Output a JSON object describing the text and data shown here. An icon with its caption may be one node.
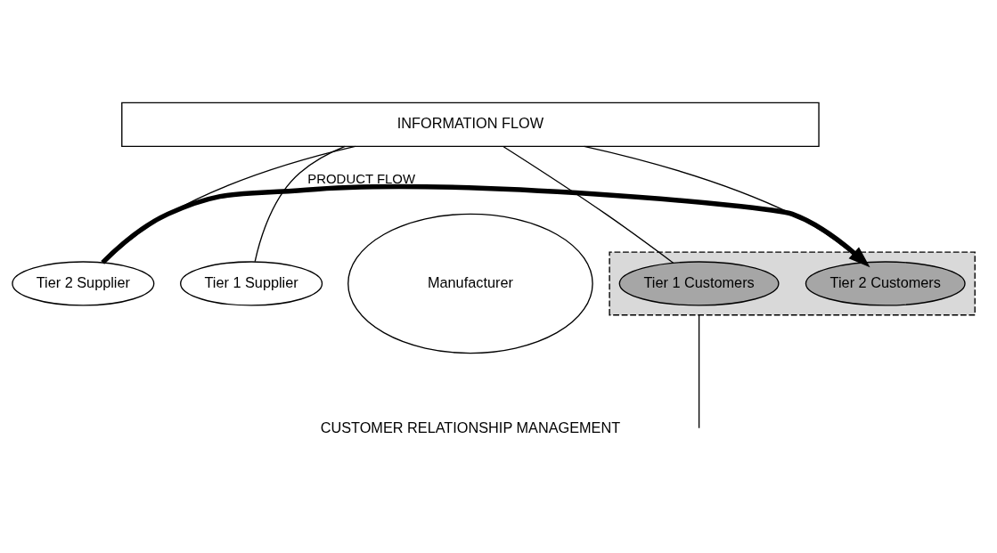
{
  "diagram": {
    "nodes": [
      {
        "text": [
          "INFORMATION FLOW"
        ]
      },
      {
        "text": [
          "Tier 2 Supplier"
        ]
      },
      {
        "text": [
          "Tier 1 Supplier"
        ]
      },
      {
        "text": [
          "Manufacturer"
        ]
      },
      {
        "text": [],
        "shape": "box"
      },
      {
        "text": [
          "Tier 1 Customers"
        ],
        "in": 4
      },
      {
        "text": [
          "Tier 2 Customers"
        ],
        "in": 4
      }
    ],
    "edges": [
      {
        "from": 0,
        "to": 1,
        "arrow": "none"
      },
      {
        "from": 0,
        "to": 2,
        "arrow": "none"
      },
      {
        "from": 0,
        "to": 5,
        "arrow": "none"
      },
      {
        "from": 0,
        "to": 6,
        "arrow": "none"
      },
      {
        "from": 1,
        "to": 6,
        "arrow": "to",
        "label": "PRODUCT FLOW",
        "style": "thick"
      },
      {
        "from": 4,
        "to": null,
        "arrow": "none"
      }
    ],
    "labels": [
      "CUSTOMER RELATIONSHIP MANAGEMENT"
    ]
  }
}
